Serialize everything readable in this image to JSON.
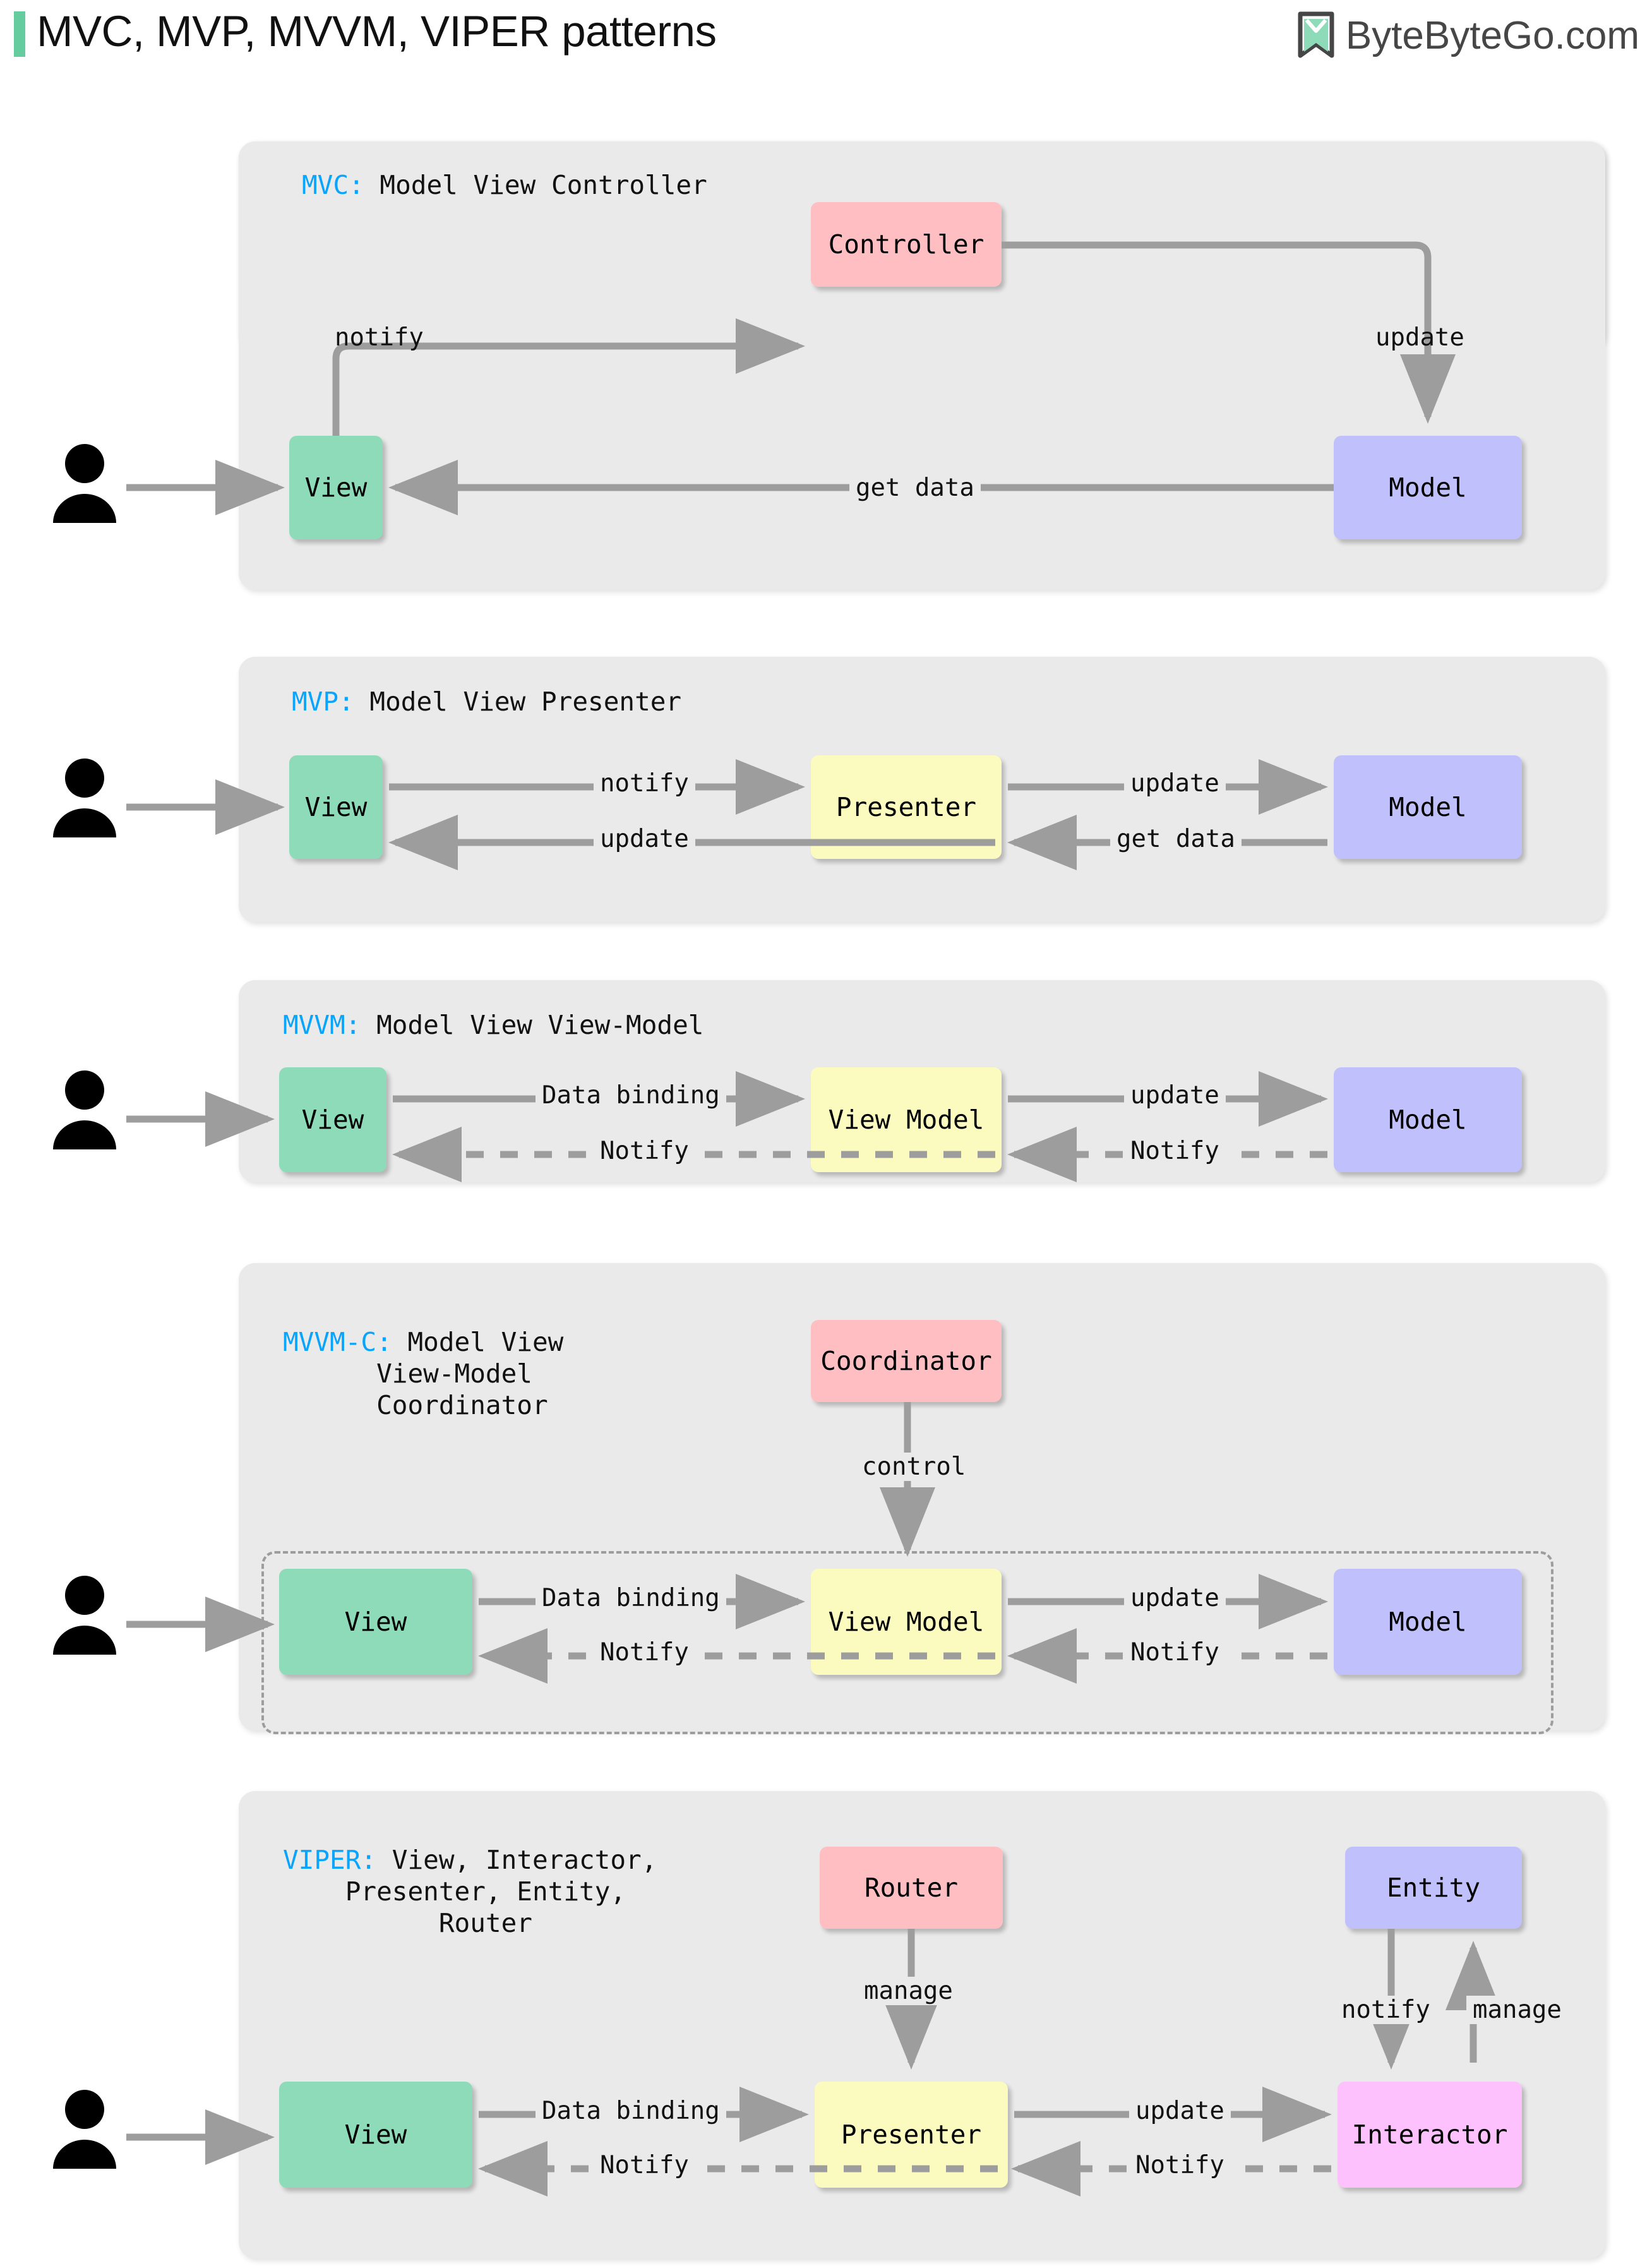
{
  "header": {
    "title": "MVC, MVP, MVVM, VIPER patterns",
    "brand": "ByteByteGo.com",
    "accent_color": "#65cc9f",
    "key_color": "#09A4FB",
    "logo_icon": "bytebytego-bookmark-icon"
  },
  "colors": {
    "panel_bg": "#eaeaea",
    "view": "#8ddbb8",
    "model": "#c0c0fd",
    "middle": "#fbfbc0",
    "control": "#ffbfc2",
    "interactor": "#fdc2fd",
    "arrow": "#9d9d9d"
  },
  "panels": [
    {
      "id": "mvc",
      "title_key": "MVC:",
      "title_rest": " Model View Controller",
      "actor_icon": "user-actor-icon",
      "nodes": [
        {
          "id": "mvc-controller",
          "label": "Controller",
          "color": "control"
        },
        {
          "id": "mvc-view",
          "label": "View",
          "color": "view"
        },
        {
          "id": "mvc-model",
          "label": "Model",
          "color": "model"
        }
      ],
      "edges": [
        {
          "id": "mvc-notify",
          "label": "notify"
        },
        {
          "id": "mvc-update",
          "label": "update"
        },
        {
          "id": "mvc-getdata",
          "label": "get data"
        }
      ]
    },
    {
      "id": "mvp",
      "title_key": "MVP:",
      "title_rest": " Model View Presenter",
      "actor_icon": "user-actor-icon",
      "nodes": [
        {
          "id": "mvp-view",
          "label": "View",
          "color": "view"
        },
        {
          "id": "mvp-presenter",
          "label": "Presenter",
          "color": "middle"
        },
        {
          "id": "mvp-model",
          "label": "Model",
          "color": "model"
        }
      ],
      "edges": [
        {
          "id": "mvp-notify",
          "label": "notify"
        },
        {
          "id": "mvp-update-right",
          "label": "update"
        },
        {
          "id": "mvp-update-left",
          "label": "update"
        },
        {
          "id": "mvp-getdata",
          "label": "get data"
        }
      ]
    },
    {
      "id": "mvvm",
      "title_key": "MVVM:",
      "title_rest": " Model View View-Model",
      "actor_icon": "user-actor-icon",
      "nodes": [
        {
          "id": "mvvm-view",
          "label": "View",
          "color": "view"
        },
        {
          "id": "mvvm-viewmodel",
          "label": "View Model",
          "color": "middle"
        },
        {
          "id": "mvvm-model",
          "label": "Model",
          "color": "model"
        }
      ],
      "edges": [
        {
          "id": "mvvm-databinding",
          "label": "Data binding"
        },
        {
          "id": "mvvm-update",
          "label": "update"
        },
        {
          "id": "mvvm-notify-left",
          "label": "Notify"
        },
        {
          "id": "mvvm-notify-right",
          "label": "Notify"
        }
      ]
    },
    {
      "id": "mvvmc",
      "title_key": "MVVM-C:",
      "title_rest": " Model View\n      View-Model\n      Coordinator",
      "actor_icon": "user-actor-icon",
      "nodes": [
        {
          "id": "mvvmc-coordinator",
          "label": "Coordinator",
          "color": "control"
        },
        {
          "id": "mvvmc-view",
          "label": "View",
          "color": "view"
        },
        {
          "id": "mvvmc-viewmodel",
          "label": "View Model",
          "color": "middle"
        },
        {
          "id": "mvvmc-model",
          "label": "Model",
          "color": "model"
        }
      ],
      "edges": [
        {
          "id": "mvvmc-control",
          "label": "control"
        },
        {
          "id": "mvvmc-databinding",
          "label": "Data binding"
        },
        {
          "id": "mvvmc-update",
          "label": "update"
        },
        {
          "id": "mvvmc-notify-left",
          "label": "Notify"
        },
        {
          "id": "mvvmc-notify-right",
          "label": "Notify"
        }
      ]
    },
    {
      "id": "viper",
      "title_key": "VIPER:",
      "title_rest": " View, Interactor,\n    Presenter, Entity,\n          Router",
      "actor_icon": "user-actor-icon",
      "nodes": [
        {
          "id": "viper-router",
          "label": "Router",
          "color": "control"
        },
        {
          "id": "viper-entity",
          "label": "Entity",
          "color": "model"
        },
        {
          "id": "viper-view",
          "label": "View",
          "color": "view"
        },
        {
          "id": "viper-presenter",
          "label": "Presenter",
          "color": "middle"
        },
        {
          "id": "viper-interactor",
          "label": "Interactor",
          "color": "interactor"
        }
      ],
      "edges": [
        {
          "id": "viper-manage-router",
          "label": "manage"
        },
        {
          "id": "viper-notify-entity",
          "label": "notify"
        },
        {
          "id": "viper-manage-entity",
          "label": "manage"
        },
        {
          "id": "viper-databinding",
          "label": "Data binding"
        },
        {
          "id": "viper-update",
          "label": "update"
        },
        {
          "id": "viper-notify-left",
          "label": "Notify"
        },
        {
          "id": "viper-notify-right",
          "label": "Notify"
        }
      ]
    }
  ]
}
